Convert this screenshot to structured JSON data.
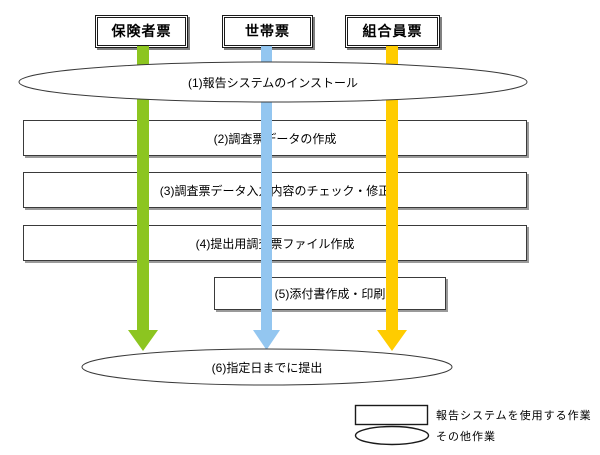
{
  "diagram": {
    "title_nodes": [
      {
        "id": "insurer",
        "label": "保険者票",
        "stream_color": "#8CC520"
      },
      {
        "id": "household",
        "label": "世帯票",
        "stream_color": "#93C6F0"
      },
      {
        "id": "member",
        "label": "組合員票",
        "stream_color": "#FFCC00"
      }
    ],
    "steps": [
      {
        "id": "step1",
        "shape": "ellipse",
        "label": "(1)報告システムのインストール"
      },
      {
        "id": "step2",
        "shape": "rect",
        "label": "(2)調査票データの作成"
      },
      {
        "id": "step3",
        "shape": "rect",
        "label": "(3)調査票データ入力内容のチェック・修正"
      },
      {
        "id": "step4",
        "shape": "rect",
        "label": "(4)提出用調査票ファイル作成"
      },
      {
        "id": "step5",
        "shape": "rect",
        "label": "(5)添付書作成・印刷"
      },
      {
        "id": "step6",
        "shape": "ellipse",
        "label": "(6)指定日までに提出"
      }
    ],
    "legend": [
      {
        "shape": "rect",
        "label": "報告システムを使用する作業"
      },
      {
        "shape": "ellipse",
        "label": "その他作業"
      }
    ],
    "colors": {
      "green": "#8CC520",
      "blue": "#93C6F0",
      "yellow": "#FFCC00",
      "outline": "#3a3a3a",
      "background": "#ffffff"
    }
  }
}
